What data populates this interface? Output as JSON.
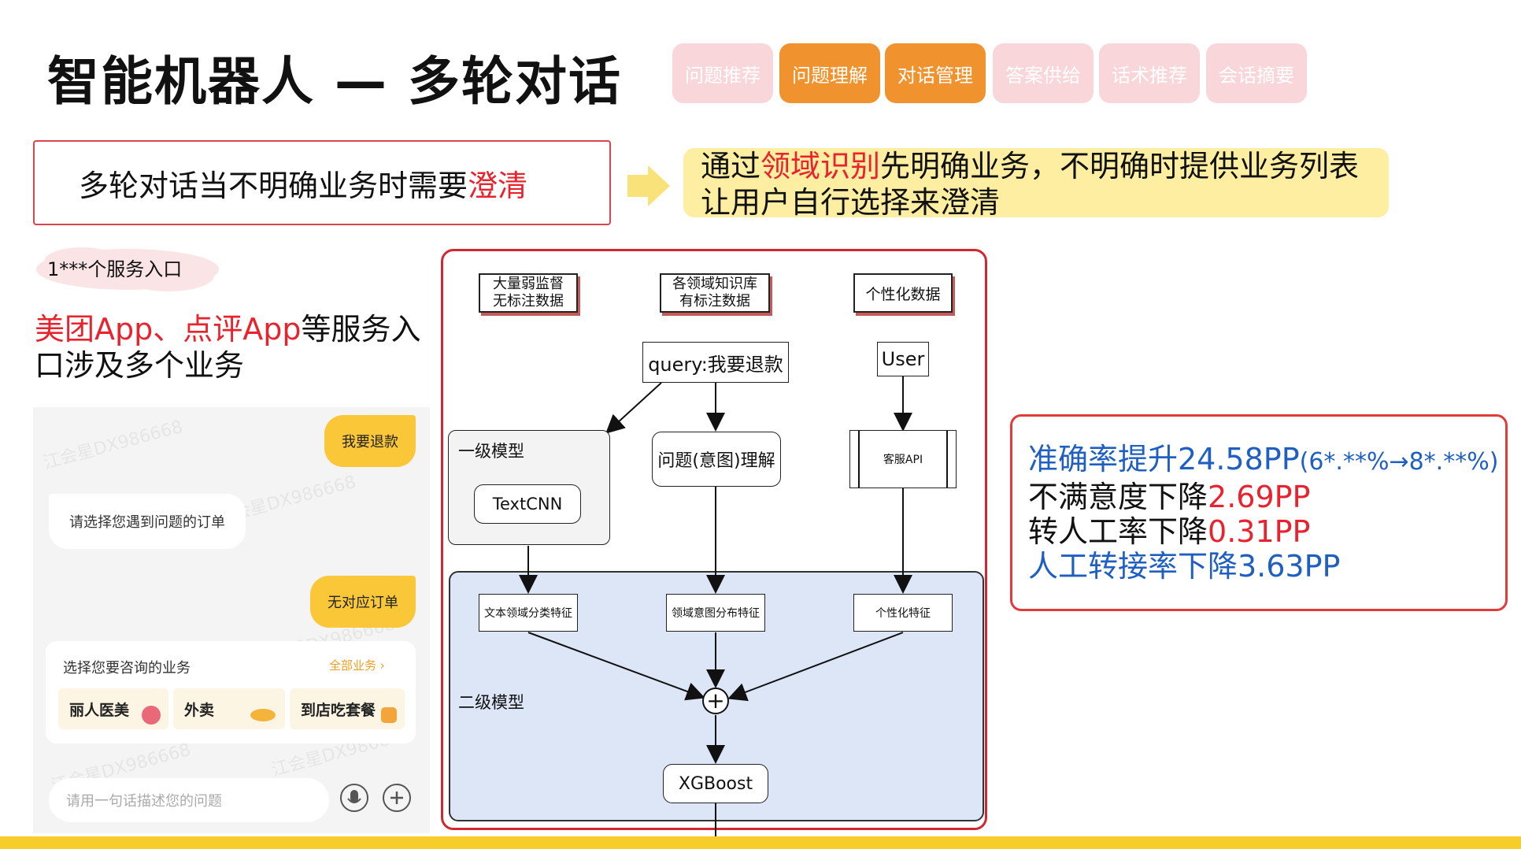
{
  "header": {
    "title": "智能机器人 — 多轮对话",
    "tabs": [
      {
        "label": "问题推荐",
        "active": false
      },
      {
        "label": "问题理解",
        "active": true
      },
      {
        "label": "对话管理",
        "active": true
      },
      {
        "label": "答案供给",
        "active": false
      },
      {
        "label": "话术推荐",
        "active": false
      },
      {
        "label": "会话摘要",
        "active": false
      }
    ]
  },
  "statement": {
    "prefix": "多轮对话当不明确业务时需要",
    "highlight": "澄清"
  },
  "solution": {
    "part1": "通过",
    "highlight": "领域识别",
    "part2": "先明确业务，不明确时提供业务列表",
    "line2": "让用户自行选择来澄清"
  },
  "entry": {
    "cloud": "1***个服务入口",
    "highlight": "美团App、点评App",
    "rest": "等服务入口涉及多个业务"
  },
  "phone": {
    "msg_user1": "我要退款",
    "msg_bot1": "请选择您遇到问题的订单",
    "msg_user2": "无对应订单",
    "card_title": "选择您要咨询的业务",
    "card_all": "全部业务 ›",
    "chips": [
      "丽人医美",
      "外卖",
      "到店吃套餐"
    ],
    "input_placeholder": "请用一句话描述您的问题",
    "watermark": "江会星DX986668"
  },
  "diagram": {
    "src_weak": [
      "大量弱监督",
      "无标注数据"
    ],
    "src_kb": [
      "各领域知识库",
      "有标注数据"
    ],
    "src_personal": "个性化数据",
    "query": "query:我要退款",
    "user": "User",
    "level1_label": "一级模型",
    "textcnn": "TextCNN",
    "intent": "问题(意图)理解",
    "service_api": "客服API",
    "feat_text": "文本领域分类特征",
    "feat_domain": "领域意图分布特征",
    "feat_personal": "个性化特征",
    "level2_label": "二级模型",
    "plus": "+",
    "xgboost": "XGBoost"
  },
  "results": {
    "line1_label": "准确率提升24.58PP",
    "line1_detail": "(6*.**%→8*.**%)",
    "line2_label": "不满意度下降",
    "line2_value": "2.69PP",
    "line3_label": "转人工率下降",
    "line3_value": "0.31PP",
    "line4": "人工转接率下降3.63PP"
  },
  "colors": {
    "accent_red": "#e8232e",
    "tab_active": "#f0922e",
    "tab_inactive": "#f8d6da",
    "banner": "#fdeea1",
    "highlight_blue": "#1f5fc2",
    "level2_bg": "#dce6f7"
  }
}
